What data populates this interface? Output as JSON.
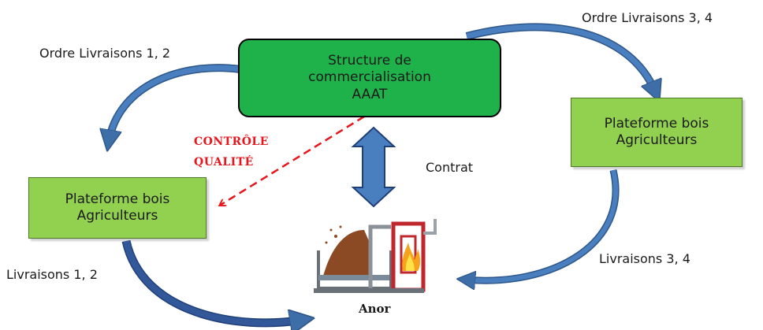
{
  "structure": {
    "lines": [
      "Structure de",
      "commercialisation",
      "AAAT"
    ]
  },
  "platform_left": {
    "lines": [
      "Plateforme bois",
      "Agriculteurs"
    ]
  },
  "platform_right": {
    "lines": [
      "Plateforme bois",
      "Agriculteurs"
    ]
  },
  "labels": {
    "order_left": "Ordre Livraisons 1, 2",
    "order_right": "Ordre Livraisons 3, 4",
    "delivery_left": "Livraisons 1, 2",
    "delivery_right": "Livraisons 3, 4",
    "contract": "Contrat",
    "quality_line1": "CONTRÔLE",
    "quality_line2": "QUALITÉ",
    "boiler": "Anor"
  },
  "colors": {
    "structure_fill": "#1fb24a",
    "platform_fill": "#92d050",
    "arrow_blue": "#3d6ea8",
    "quality_red": "#e8161c",
    "boiler_red": "#c0272d",
    "boiler_fill": "#8b4a23"
  },
  "icons": [
    "boiler-icon",
    "flame-icon",
    "wood-chips-icon"
  ]
}
